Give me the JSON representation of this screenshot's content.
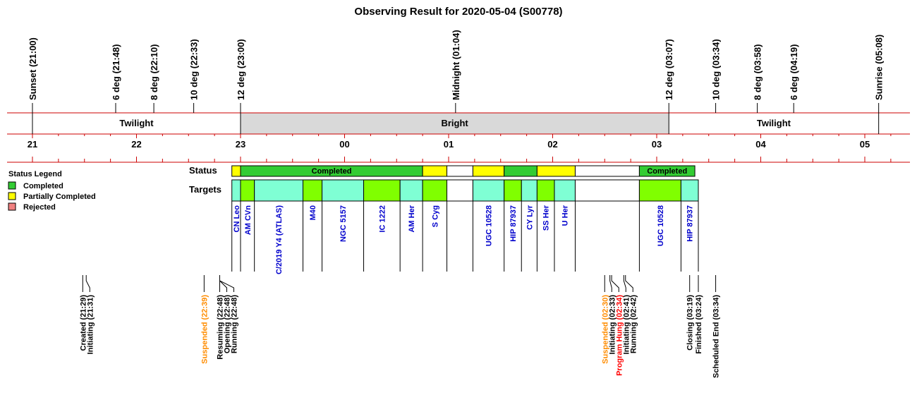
{
  "title": "Observing Result for 2020-05-04 (S00778)",
  "colors": {
    "red_line": "#cc0000",
    "bright_band": "#d9d9d9",
    "completed": "#33cc33",
    "partial": "#ffff00",
    "rejected": "#f08080",
    "target_cyan": "#7fffd4",
    "target_green": "#80ff00",
    "target_label": "#0000cc",
    "event_orange": "#ff8c00",
    "event_red": "#ff0000",
    "event_black": "#000000"
  },
  "hours": {
    "first_tick": "21:00",
    "labels": [
      "21",
      "22",
      "23",
      "00",
      "01",
      "02",
      "03",
      "04",
      "05"
    ]
  },
  "markers": [
    {
      "label": "Sunset (21:00)",
      "time": "21:00"
    },
    {
      "label": "6 deg (21:48)",
      "time": "21:48"
    },
    {
      "label": "8 deg (22:10)",
      "time": "22:10"
    },
    {
      "label": "10 deg (22:33)",
      "time": "22:33"
    },
    {
      "label": "12 deg (23:00)",
      "time": "23:00"
    },
    {
      "label": "Midnight (01:04)",
      "time": "01:04"
    },
    {
      "label": "12 deg (03:07)",
      "time": "03:07"
    },
    {
      "label": "10 deg (03:34)",
      "time": "03:34"
    },
    {
      "label": "8 deg (03:58)",
      "time": "03:58"
    },
    {
      "label": "6 deg (04:19)",
      "time": "04:19"
    },
    {
      "label": "Sunrise (05:08)",
      "time": "05:08"
    }
  ],
  "bands": [
    {
      "label": "Twilight",
      "start": "21:00",
      "end": "23:00",
      "kind": "twilight"
    },
    {
      "label": "Bright",
      "start": "23:00",
      "end": "03:07",
      "kind": "bright"
    },
    {
      "label": "Twilight",
      "start": "03:07",
      "end": "05:08",
      "kind": "twilight"
    }
  ],
  "legend": {
    "title": "Status Legend",
    "items": [
      {
        "label": "Completed",
        "color_key": "completed"
      },
      {
        "label": "Partially Completed",
        "color_key": "partial"
      },
      {
        "label": "Rejected",
        "color_key": "rejected"
      }
    ]
  },
  "row_labels": {
    "status": "Status",
    "targets": "Targets"
  },
  "status_segments": [
    {
      "start": "22:55",
      "end": "23:00",
      "status": "partial",
      "label": ""
    },
    {
      "start": "23:00",
      "end": "00:45",
      "status": "completed",
      "label": "Completed"
    },
    {
      "start": "00:45",
      "end": "00:59",
      "status": "partial",
      "label": ""
    },
    {
      "start": "00:59",
      "end": "01:14",
      "status": "none",
      "label": ""
    },
    {
      "start": "01:14",
      "end": "01:32",
      "status": "partial",
      "label": ""
    },
    {
      "start": "01:32",
      "end": "01:51",
      "status": "completed",
      "label": ""
    },
    {
      "start": "01:51",
      "end": "02:13",
      "status": "partial",
      "label": ""
    },
    {
      "start": "02:13",
      "end": "02:50",
      "status": "none",
      "label": ""
    },
    {
      "start": "02:50",
      "end": "03:22",
      "status": "completed",
      "label": "Completed"
    }
  ],
  "targets": [
    {
      "name": "CN Leo",
      "start": "22:55",
      "end": "23:00",
      "color": "cyan"
    },
    {
      "name": "AM CVn",
      "start": "23:00",
      "end": "23:08",
      "color": "green"
    },
    {
      "name": "C/2019 Y4 (ATLAS)",
      "start": "23:08",
      "end": "23:36",
      "color": "cyan"
    },
    {
      "name": "M40",
      "start": "23:36",
      "end": "23:47",
      "color": "green"
    },
    {
      "name": "NGC 5157",
      "start": "23:47",
      "end": "00:11",
      "color": "cyan"
    },
    {
      "name": "IC 1222",
      "start": "00:11",
      "end": "00:32",
      "color": "green"
    },
    {
      "name": "AM Her",
      "start": "00:32",
      "end": "00:45",
      "color": "cyan"
    },
    {
      "name": "S Cyg",
      "start": "00:45",
      "end": "00:59",
      "color": "green"
    },
    {
      "name": "",
      "start": "00:59",
      "end": "01:14",
      "color": "none"
    },
    {
      "name": "UGC 10528",
      "start": "01:14",
      "end": "01:32",
      "color": "cyan"
    },
    {
      "name": "HIP 87937",
      "start": "01:32",
      "end": "01:42",
      "color": "green"
    },
    {
      "name": "CY Lyr",
      "start": "01:42",
      "end": "01:51",
      "color": "cyan"
    },
    {
      "name": "SS Her",
      "start": "01:51",
      "end": "02:01",
      "color": "green"
    },
    {
      "name": "U Her",
      "start": "02:01",
      "end": "02:13",
      "color": "cyan"
    },
    {
      "name": "",
      "start": "02:13",
      "end": "02:50",
      "color": "none"
    },
    {
      "name": "UGC 10528",
      "start": "02:50",
      "end": "03:14",
      "color": "green"
    },
    {
      "name": "HIP 87937",
      "start": "03:14",
      "end": "03:24",
      "color": "cyan"
    }
  ],
  "events": [
    {
      "label": "Created (21:29)",
      "time": "21:29",
      "color": "black"
    },
    {
      "label": "Initiating (21:31)",
      "time": "21:31",
      "color": "black"
    },
    {
      "label": "Suspended (22:39)",
      "time": "22:39",
      "color": "orange"
    },
    {
      "label": "Resuming (22:48)",
      "time": "22:48",
      "color": "black"
    },
    {
      "label": "Opening (22:48)",
      "time": "22:48",
      "color": "black"
    },
    {
      "label": "Running (22:48)",
      "time": "22:48",
      "color": "black"
    },
    {
      "label": "Suspended (02:30)",
      "time": "02:30",
      "color": "orange"
    },
    {
      "label": "Initiating (02:33)",
      "time": "02:33",
      "color": "black"
    },
    {
      "label": "Program Hung (02:34)",
      "time": "02:34",
      "color": "red"
    },
    {
      "label": "Initiating (02:41)",
      "time": "02:41",
      "color": "black"
    },
    {
      "label": "Running (02:42)",
      "time": "02:42",
      "color": "black"
    },
    {
      "label": "Closing (03:19)",
      "time": "03:19",
      "color": "black"
    },
    {
      "label": "Finished (03:24)",
      "time": "03:24",
      "color": "black"
    },
    {
      "label": "Scheduled End (03:34)",
      "time": "03:34",
      "color": "black"
    }
  ]
}
